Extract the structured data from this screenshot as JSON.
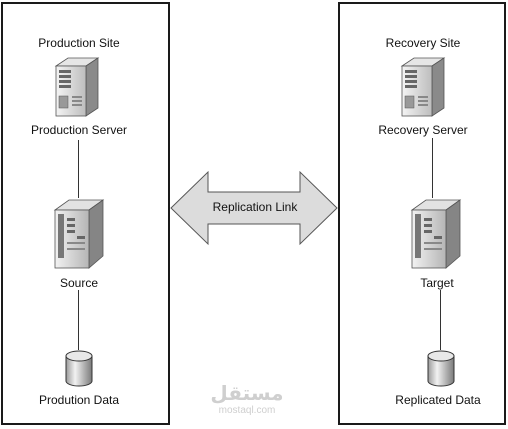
{
  "left_site": {
    "title": "Production Site",
    "server_label": "Production Server",
    "node_label": "Source",
    "data_label": "Prodution Data"
  },
  "right_site": {
    "title": "Recovery Site",
    "server_label": "Recovery Server",
    "node_label": "Target",
    "data_label": "Replicated Data"
  },
  "link": {
    "label": "Replication Link",
    "fill_color": "#dcdcdc",
    "stroke_color": "#555555"
  },
  "watermark": {
    "logo_text": "مستقل",
    "domain": "mostaql.com"
  }
}
